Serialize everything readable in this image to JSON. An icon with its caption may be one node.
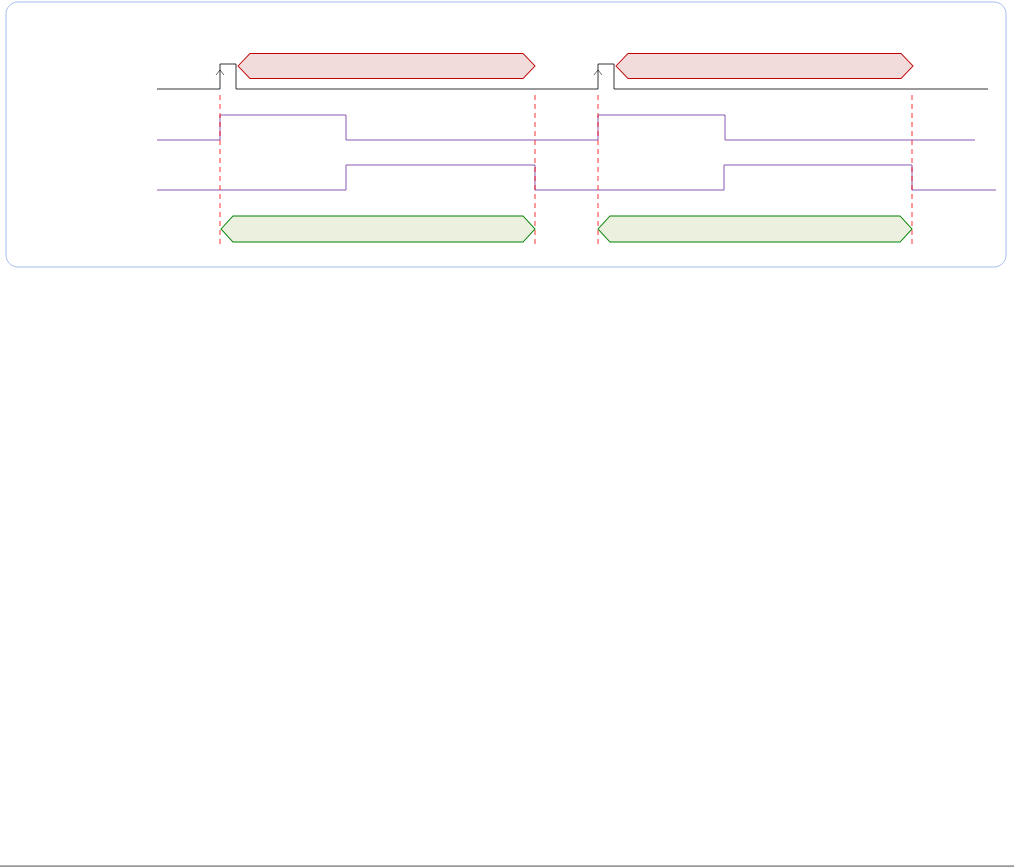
{
  "diagram": {
    "nodes": [
      {
        "text": [],
        "shape": "hexagon"
      },
      {
        "text": [],
        "shape": "hexagon"
      },
      {
        "text": [],
        "shape": "hexagon"
      },
      {
        "text": [],
        "shape": "hexagon"
      }
    ]
  }
}
